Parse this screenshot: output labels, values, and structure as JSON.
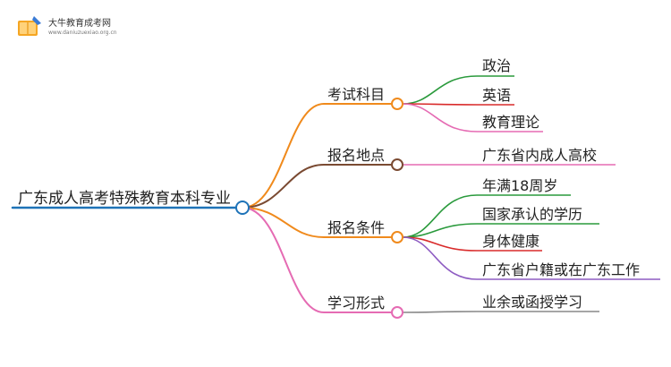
{
  "logo": {
    "title": "大牛教育成考网",
    "url": "www.daniuzuexiao.org.cn",
    "icon": "book-pen-logo-icon"
  },
  "mindmap": {
    "root": "广东成人高考特殊教育本科专业",
    "branches": [
      {
        "label": "考试科目",
        "color": "#f08a1c",
        "children": [
          {
            "label": "政治",
            "color": "#2a9a3c"
          },
          {
            "label": "英语",
            "color": "#d92b2b"
          },
          {
            "label": "教育理论",
            "color": "#e56bb3"
          }
        ]
      },
      {
        "label": "报名地点",
        "color": "#7a4a32",
        "children": [
          {
            "label": "广东省内成人高校",
            "color": "#e56bb3"
          }
        ]
      },
      {
        "label": "报名条件",
        "color": "#f08a1c",
        "children": [
          {
            "label": "年满18周岁",
            "color": "#2a9a3c"
          },
          {
            "label": "国家承认的学历",
            "color": "#2a9a3c"
          },
          {
            "label": "身体健康",
            "color": "#d92b2b"
          },
          {
            "label": "广东省户籍或在广东工作",
            "color": "#8e5cc2"
          }
        ]
      },
      {
        "label": "学习形式",
        "color": "#e56bb3",
        "children": [
          {
            "label": "业余或函授学习",
            "color": "#888888"
          }
        ]
      }
    ],
    "root_color": "#1e73b8"
  }
}
